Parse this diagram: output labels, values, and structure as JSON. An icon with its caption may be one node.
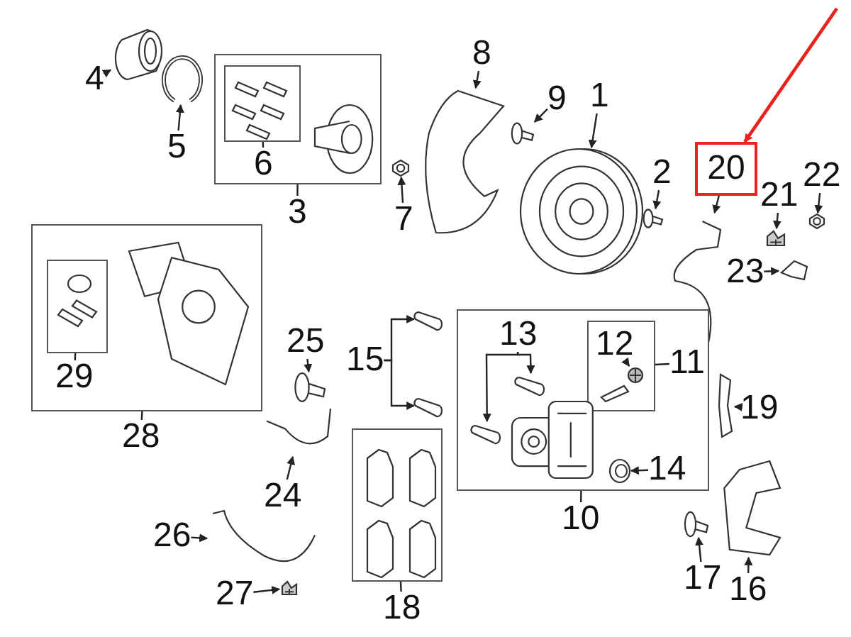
{
  "diagram": {
    "nodes": [
      {
        "text": [
          "4"
        ]
      },
      {
        "text": [],
        "shape": "picture"
      },
      {
        "text": [
          "5"
        ]
      },
      {
        "text": [],
        "shape": "picture"
      },
      {
        "text": [],
        "shape": "box"
      },
      {
        "text": [],
        "shape": "box",
        "in": 4
      },
      {
        "text": [
          "6"
        ],
        "in": 4
      },
      {
        "text": [
          "3"
        ]
      },
      {
        "text": [
          "7"
        ]
      },
      {
        "text": [],
        "shape": "picture"
      },
      {
        "text": [
          "8"
        ]
      },
      {
        "text": [],
        "shape": "picture"
      },
      {
        "text": [
          "9"
        ]
      },
      {
        "text": [],
        "shape": "picture"
      },
      {
        "text": [
          "1"
        ]
      },
      {
        "text": [],
        "shape": "picture"
      },
      {
        "text": [
          "2"
        ]
      },
      {
        "text": [],
        "shape": "picture"
      },
      {
        "text": [
          "20"
        ]
      },
      {
        "text": [
          "21"
        ]
      },
      {
        "text": [
          "22"
        ]
      },
      {
        "text": [],
        "shape": "picture"
      },
      {
        "text": [],
        "shape": "picture"
      },
      {
        "text": [],
        "shape": "picture"
      },
      {
        "text": [
          "23"
        ]
      },
      {
        "text": [],
        "shape": "picture"
      },
      {
        "text": [],
        "shape": "box"
      },
      {
        "text": [],
        "shape": "box",
        "in": 26
      },
      {
        "text": [
          "29"
        ],
        "in": 26
      },
      {
        "text": [
          "28"
        ]
      },
      {
        "text": [
          "25"
        ]
      },
      {
        "text": [],
        "shape": "picture"
      },
      {
        "text": [
          "15"
        ]
      },
      {
        "text": [],
        "shape": "picture"
      },
      {
        "text": [],
        "shape": "picture"
      },
      {
        "text": [],
        "shape": "box"
      },
      {
        "text": [
          "13"
        ],
        "in": 35
      },
      {
        "text": [],
        "shape": "box",
        "in": 35
      },
      {
        "text": [
          "12"
        ],
        "in": 37
      },
      {
        "text": [],
        "shape": "picture",
        "in": 37
      },
      {
        "text": [
          "11"
        ],
        "in": 35
      },
      {
        "text": [],
        "shape": "picture",
        "in": 35
      },
      {
        "text": [],
        "shape": "picture",
        "in": 35
      },
      {
        "text": [],
        "shape": "picture",
        "in": 35
      },
      {
        "text": [
          "14"
        ],
        "in": 35
      },
      {
        "text": [
          "10"
        ]
      },
      {
        "text": [
          "19"
        ]
      },
      {
        "text": [],
        "shape": "picture"
      },
      {
        "text": [],
        "shape": "picture"
      },
      {
        "text": [
          "24"
        ]
      },
      {
        "text": [],
        "shape": "box"
      },
      {
        "text": [
          "18"
        ]
      },
      {
        "text": [],
        "shape": "picture"
      },
      {
        "text": [
          "26"
        ]
      },
      {
        "text": [],
        "shape": "picture"
      },
      {
        "text": [
          "27"
        ]
      },
      {
        "text": [],
        "shape": "picture"
      },
      {
        "text": [],
        "shape": "picture"
      },
      {
        "text": [
          "17"
        ]
      },
      {
        "text": [
          "16"
        ]
      }
    ],
    "edges": [
      {
        "from": 0,
        "to": 1,
        "arrow": "to"
      },
      {
        "from": 2,
        "to": 3,
        "arrow": "to"
      },
      {
        "from": 6,
        "to": 5,
        "arrow": "none"
      },
      {
        "from": 7,
        "to": 4,
        "arrow": "none"
      },
      {
        "from": 8,
        "to": 9,
        "arrow": "to"
      },
      {
        "from": 10,
        "to": 11,
        "arrow": "to"
      },
      {
        "from": 12,
        "to": 13,
        "arrow": "to"
      },
      {
        "from": 14,
        "to": 15,
        "arrow": "to"
      },
      {
        "from": 16,
        "to": 17,
        "arrow": "to"
      },
      {
        "from": 18,
        "to": 21,
        "arrow": "to"
      },
      {
        "from": null,
        "to": 18,
        "arrow": "to",
        "color": "#e8231b"
      },
      {
        "from": 19,
        "to": 22,
        "arrow": "to"
      },
      {
        "from": 20,
        "to": 23,
        "arrow": "to"
      },
      {
        "from": 24,
        "to": 25,
        "arrow": "to"
      },
      {
        "from": 28,
        "to": 27,
        "arrow": "none"
      },
      {
        "from": 29,
        "to": 26,
        "arrow": "none"
      },
      {
        "from": 30,
        "to": 31,
        "arrow": "to"
      },
      {
        "from": 32,
        "to": 33,
        "arrow": "to"
      },
      {
        "from": 32,
        "to": 34,
        "arrow": "to"
      },
      {
        "from": 36,
        "to": 41,
        "arrow": "to"
      },
      {
        "from": 36,
        "to": 42,
        "arrow": "to"
      },
      {
        "from": 38,
        "to": 39,
        "arrow": "to"
      },
      {
        "from": 40,
        "to": 37,
        "arrow": "none"
      },
      {
        "from": 44,
        "to": 43,
        "arrow": "to"
      },
      {
        "from": 45,
        "to": 35,
        "arrow": "none"
      },
      {
        "from": 46,
        "to": 47,
        "arrow": "to"
      },
      {
        "from": 49,
        "to": 48,
        "arrow": "to"
      },
      {
        "from": 51,
        "to": 50,
        "arrow": "none"
      },
      {
        "from": 53,
        "to": 52,
        "arrow": "to"
      },
      {
        "from": 55,
        "to": 54,
        "arrow": "to"
      },
      {
        "from": 58,
        "to": 57,
        "arrow": "to"
      },
      {
        "from": 59,
        "to": 56,
        "arrow": "to"
      }
    ]
  }
}
